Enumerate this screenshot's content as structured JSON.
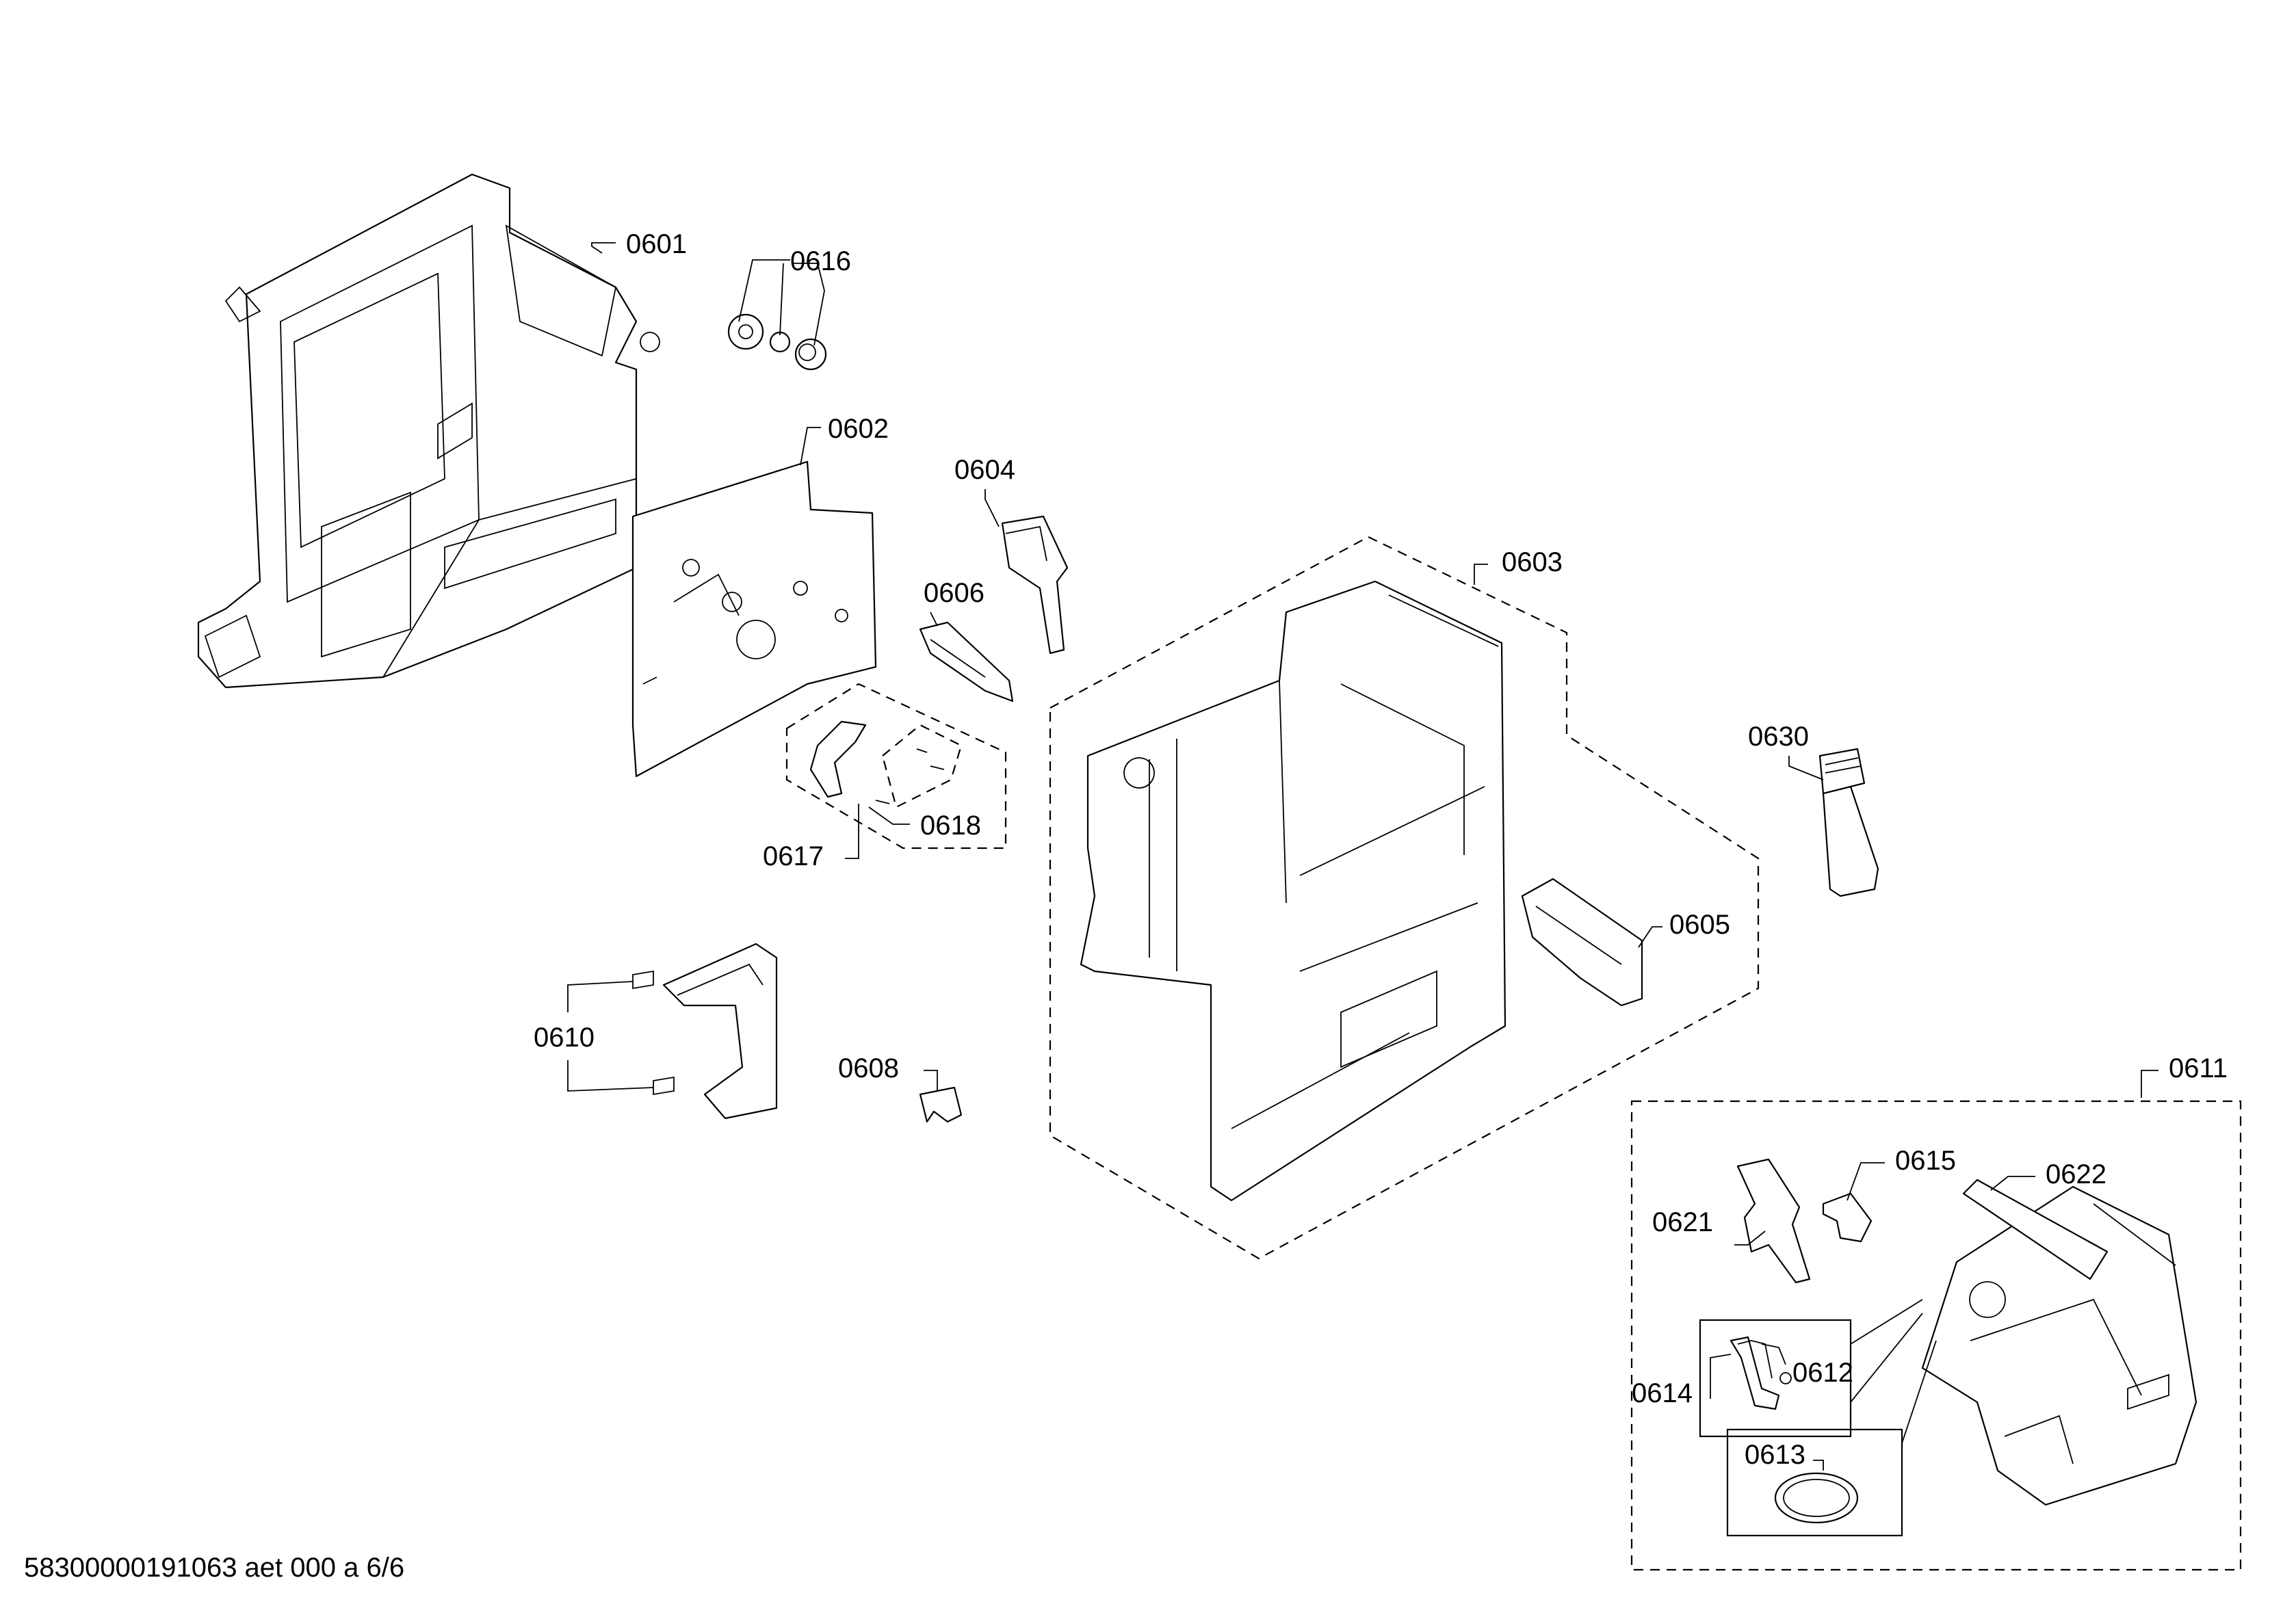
{
  "parts": [
    {
      "id": "0601",
      "text": "0601"
    },
    {
      "id": "0616",
      "text": "0616"
    },
    {
      "id": "0602",
      "text": "0602"
    },
    {
      "id": "0604",
      "text": "0604"
    },
    {
      "id": "0606",
      "text": "0606"
    },
    {
      "id": "0603",
      "text": "0603"
    },
    {
      "id": "0630",
      "text": "0630"
    },
    {
      "id": "0618",
      "text": "0618"
    },
    {
      "id": "0617",
      "text": "0617"
    },
    {
      "id": "0605",
      "text": "0605"
    },
    {
      "id": "0610",
      "text": "0610"
    },
    {
      "id": "0608",
      "text": "0608"
    },
    {
      "id": "0611",
      "text": "0611"
    },
    {
      "id": "0615",
      "text": "0615"
    },
    {
      "id": "0622",
      "text": "0622"
    },
    {
      "id": "0621",
      "text": "0621"
    },
    {
      "id": "0612",
      "text": "0612"
    },
    {
      "id": "0614",
      "text": "0614"
    },
    {
      "id": "0613",
      "text": "0613"
    }
  ],
  "footer": {
    "text": "58300000191063 aet 000 a 6/6"
  }
}
